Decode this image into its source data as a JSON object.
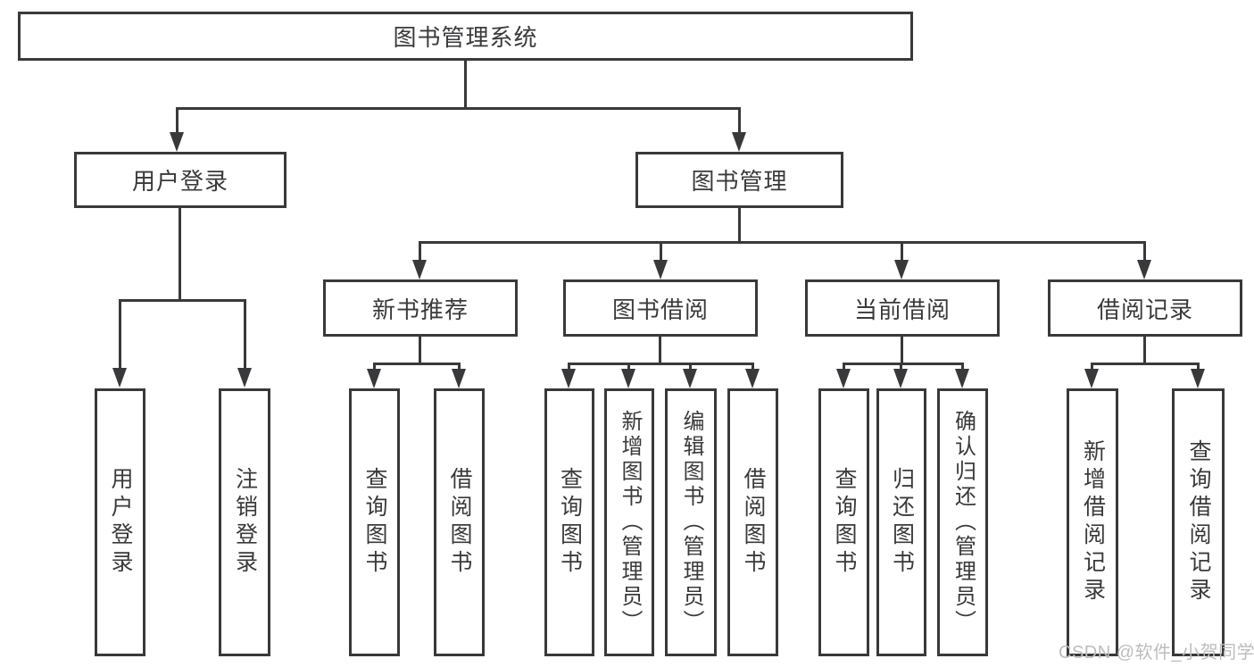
{
  "diagram": {
    "root": {
      "label": "图书管理系统"
    },
    "level2": [
      {
        "label": "用户登录"
      },
      {
        "label": "图书管理"
      }
    ],
    "level3": [
      {
        "label": "新书推荐"
      },
      {
        "label": "图书借阅"
      },
      {
        "label": "当前借阅"
      },
      {
        "label": "借阅记录"
      }
    ],
    "leaves": [
      {
        "label": "用户登录"
      },
      {
        "label": "注销登录"
      },
      {
        "label": "查询图书"
      },
      {
        "label": "借阅图书"
      },
      {
        "label": "查询图书"
      },
      {
        "label": "新增图书（管理员）"
      },
      {
        "label": "编辑图书（管理员）"
      },
      {
        "label": "借阅图书"
      },
      {
        "label": "查询图书"
      },
      {
        "label": "归还图书"
      },
      {
        "label": "确认归还（管理员）"
      },
      {
        "label": "新增借阅记录"
      },
      {
        "label": "查询借阅记录"
      }
    ],
    "watermark": "CSDN @软件_小贺同学",
    "colors": {
      "line": "#39393b",
      "text": "#3a3a3c",
      "watermark": "#bdbdbd",
      "background": "#ffffff"
    }
  }
}
